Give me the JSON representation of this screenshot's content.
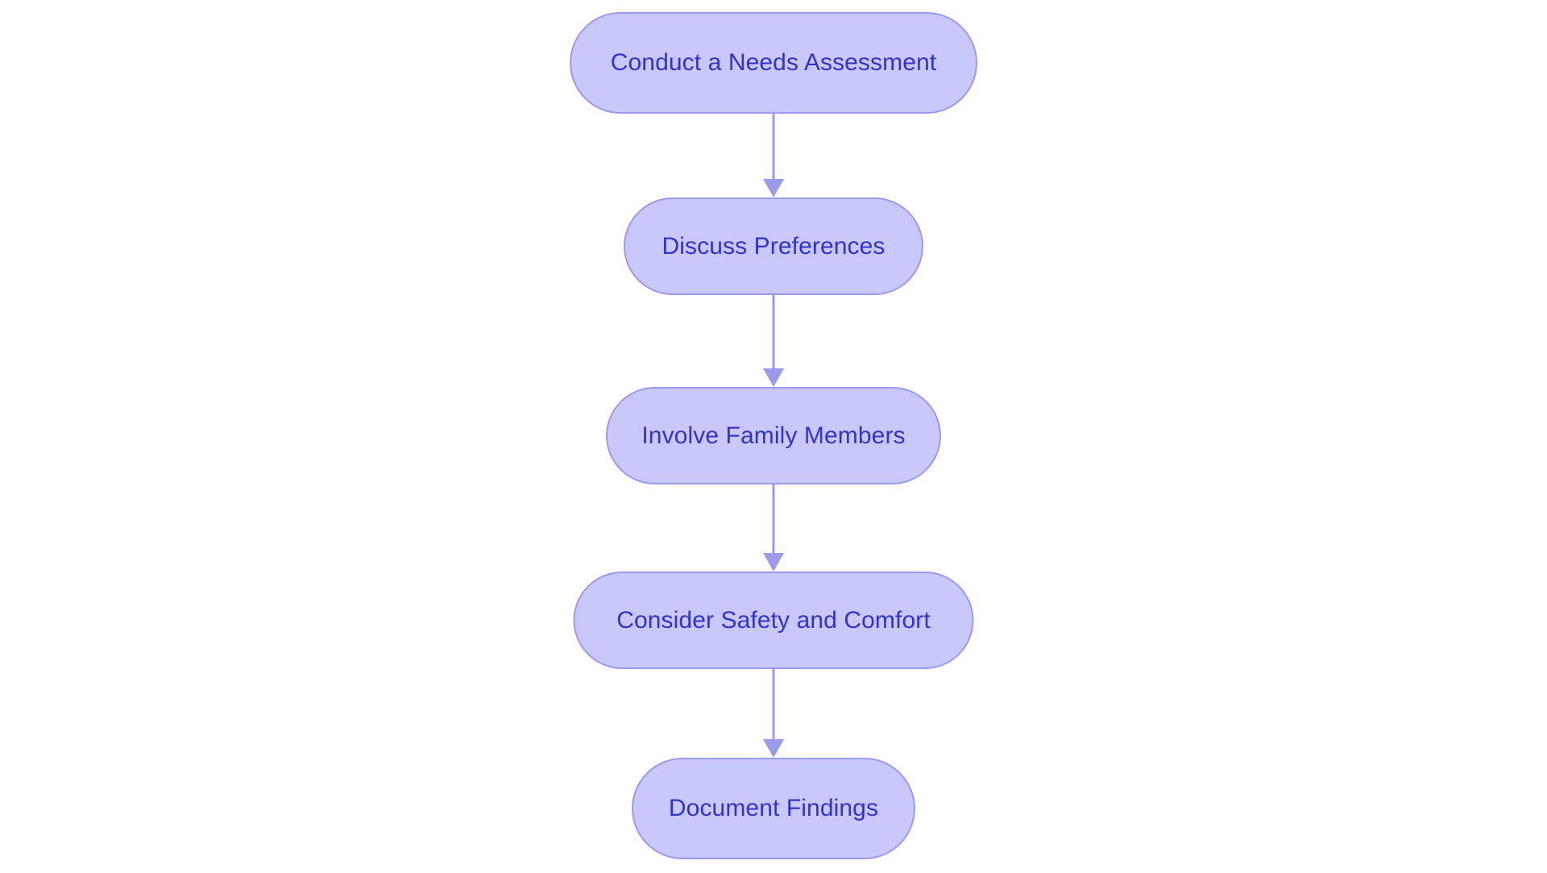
{
  "diagram": {
    "type": "flowchart",
    "orientation": "vertical-top-down",
    "background_color": "#ffffff",
    "node_fill_color": "#c8c8fa",
    "node_border_color": "#9a9aee",
    "node_text_color": "#3333cc",
    "connector_color": "#9a9aee",
    "node_shape": "stadium",
    "nodes": [
      {
        "id": "node-0",
        "label": "Conduct a Needs Assessment"
      },
      {
        "id": "node-1",
        "label": "Discuss Preferences"
      },
      {
        "id": "node-2",
        "label": "Involve Family Members"
      },
      {
        "id": "node-3",
        "label": "Consider Safety and Comfort"
      },
      {
        "id": "node-4",
        "label": "Document Findings"
      }
    ],
    "edges": [
      {
        "id": "edge-0",
        "from": "node-0",
        "to": "node-1",
        "label": "",
        "arrow": "arrowhead-down-icon"
      },
      {
        "id": "edge-1",
        "from": "node-1",
        "to": "node-2",
        "label": "",
        "arrow": "arrowhead-down-icon"
      },
      {
        "id": "edge-2",
        "from": "node-2",
        "to": "node-3",
        "label": "",
        "arrow": "arrowhead-down-icon"
      },
      {
        "id": "edge-3",
        "from": "node-3",
        "to": "node-4",
        "label": "",
        "arrow": "arrowhead-down-icon"
      }
    ]
  }
}
